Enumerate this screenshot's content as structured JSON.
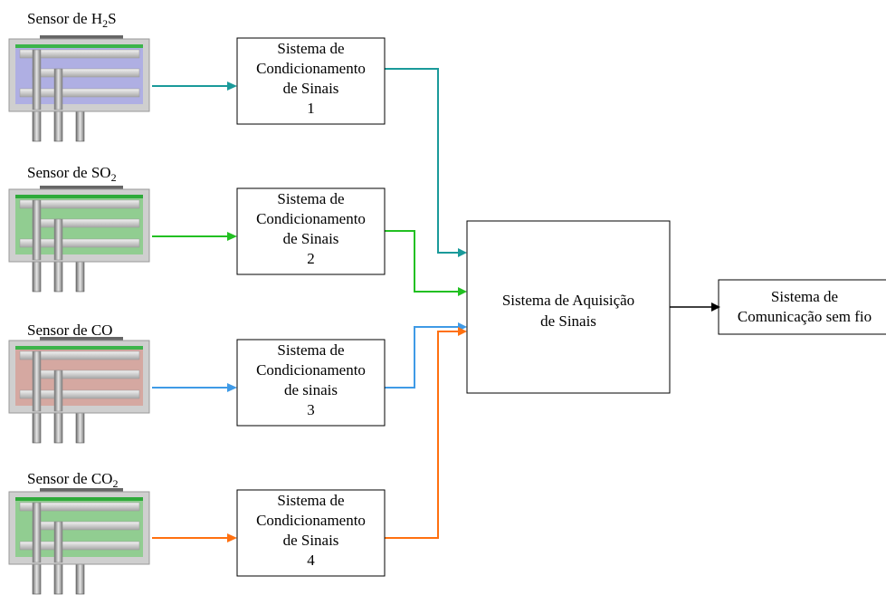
{
  "sensors": [
    {
      "prefix": "Sensor de ",
      "gas": "H",
      "sub": "2",
      "suffix": "S",
      "tint": "#a9a9e6",
      "stripe": "#3cb44b"
    },
    {
      "prefix": "Sensor de ",
      "gas": "SO",
      "sub": "2",
      "suffix": "",
      "tint": "#86cc86",
      "stripe": "#2eaa3a"
    },
    {
      "prefix": "Sensor de ",
      "gas": "CO",
      "sub": "",
      "suffix": "",
      "tint": "#d6a199",
      "stripe": "#3cb44b"
    },
    {
      "prefix": "Sensor de ",
      "gas": "CO",
      "sub": "2",
      "suffix": "",
      "tint": "#86cc86",
      "stripe": "#2eaa3a"
    }
  ],
  "conditioning": [
    {
      "lines": [
        "Sistema de",
        "Condicionamento",
        "de Sinais",
        "1"
      ],
      "color": "#1a9a9a"
    },
    {
      "lines": [
        "Sistema de",
        "Condicionamento",
        "de Sinais",
        "2"
      ],
      "color": "#22c022"
    },
    {
      "lines": [
        "Sistema de",
        "Condicionamento",
        "de sinais",
        "3"
      ],
      "color": "#3f9ae6"
    },
    {
      "lines": [
        "Sistema de",
        "Condicionamento",
        "de Sinais",
        "4"
      ],
      "color": "#ff7010"
    }
  ],
  "acquisition": {
    "lines": [
      "Sistema de Aquisição",
      "de Sinais"
    ]
  },
  "communication": {
    "lines": [
      "Sistema de",
      "Comunicação sem fio"
    ]
  },
  "output_color": "#000000"
}
